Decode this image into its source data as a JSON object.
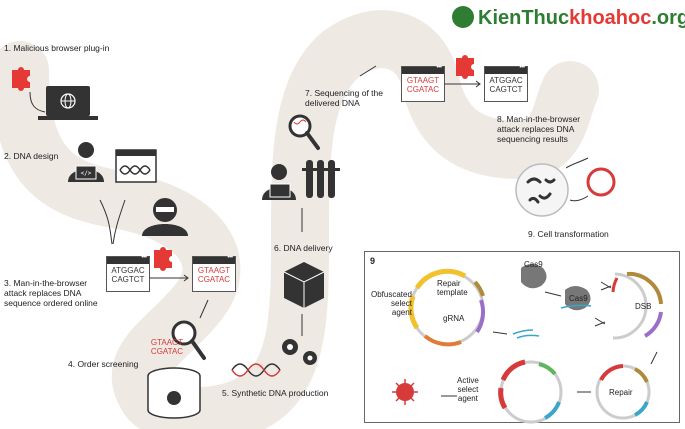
{
  "logo": {
    "text_main": "KienThuc",
    "text_accent": "khoahoc",
    "text_tail": ".org"
  },
  "steps": {
    "s1": "1. Malicious browser plug-in",
    "s2": "2. DNA design",
    "s3": [
      "3. Man-in-the-browser",
      "attack replaces DNA",
      "sequence ordered online"
    ],
    "s4": "4. Order screening",
    "s5": "5. Synthetic DNA production",
    "s6": "6. DNA delivery",
    "s7": [
      "7. Sequencing of the",
      "delivered DNA"
    ],
    "s8": [
      "8. Man-in-the-browser",
      "attack replaces DNA",
      "sequencing results"
    ],
    "s9": "9. Cell transformation"
  },
  "sequences": {
    "orig_a": [
      "ATGGAC",
      "CAGTCT"
    ],
    "mal_a": [
      "GTAAGT",
      "CGATAC"
    ],
    "screen": [
      "GTAAGT",
      "CGATAC"
    ],
    "mal_b": [
      "GTAAGT",
      "CGATAC"
    ],
    "orig_b": [
      "ATGGAC",
      "CAGTCT"
    ]
  },
  "panel": {
    "number": "9",
    "obfuscated": [
      "Obfuscated",
      "select",
      "agent"
    ],
    "repair_template": [
      "Repair",
      "template"
    ],
    "grna": "gRNA",
    "cas9_a": "Cas9",
    "cas9_b": "Cas9",
    "dsb": "DSB",
    "repair": "Repair",
    "active": [
      "Active",
      "select",
      "agent"
    ]
  },
  "colors": {
    "path": "#efe9e4",
    "malicious": "#e53935",
    "icon": "#333333"
  }
}
